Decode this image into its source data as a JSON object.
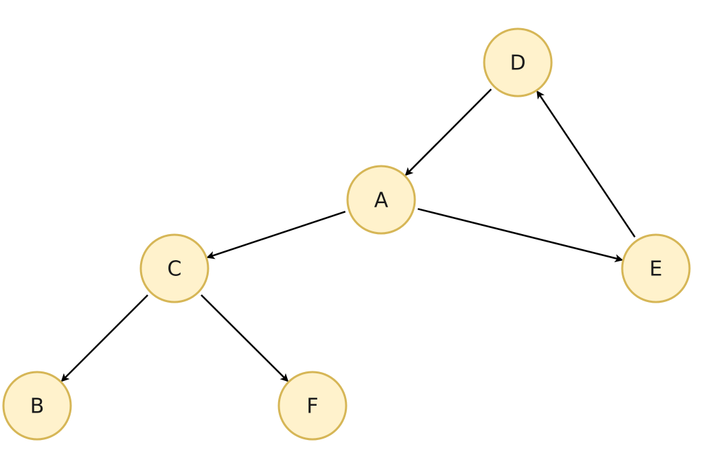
{
  "graph": {
    "colors": {
      "node_fill": "#FFF2CC",
      "node_stroke": "#D6B656",
      "edge": "#000000",
      "label": "#1a1a1a"
    },
    "nodes": [
      {
        "id": "A",
        "label": "A"
      },
      {
        "id": "B",
        "label": "B"
      },
      {
        "id": "C",
        "label": "C"
      },
      {
        "id": "D",
        "label": "D"
      },
      {
        "id": "E",
        "label": "E"
      },
      {
        "id": "F",
        "label": "F"
      }
    ],
    "edges": [
      {
        "from": "D",
        "to": "A"
      },
      {
        "from": "A",
        "to": "C"
      },
      {
        "from": "A",
        "to": "E"
      },
      {
        "from": "E",
        "to": "D"
      },
      {
        "from": "C",
        "to": "B"
      },
      {
        "from": "C",
        "to": "F"
      }
    ]
  }
}
